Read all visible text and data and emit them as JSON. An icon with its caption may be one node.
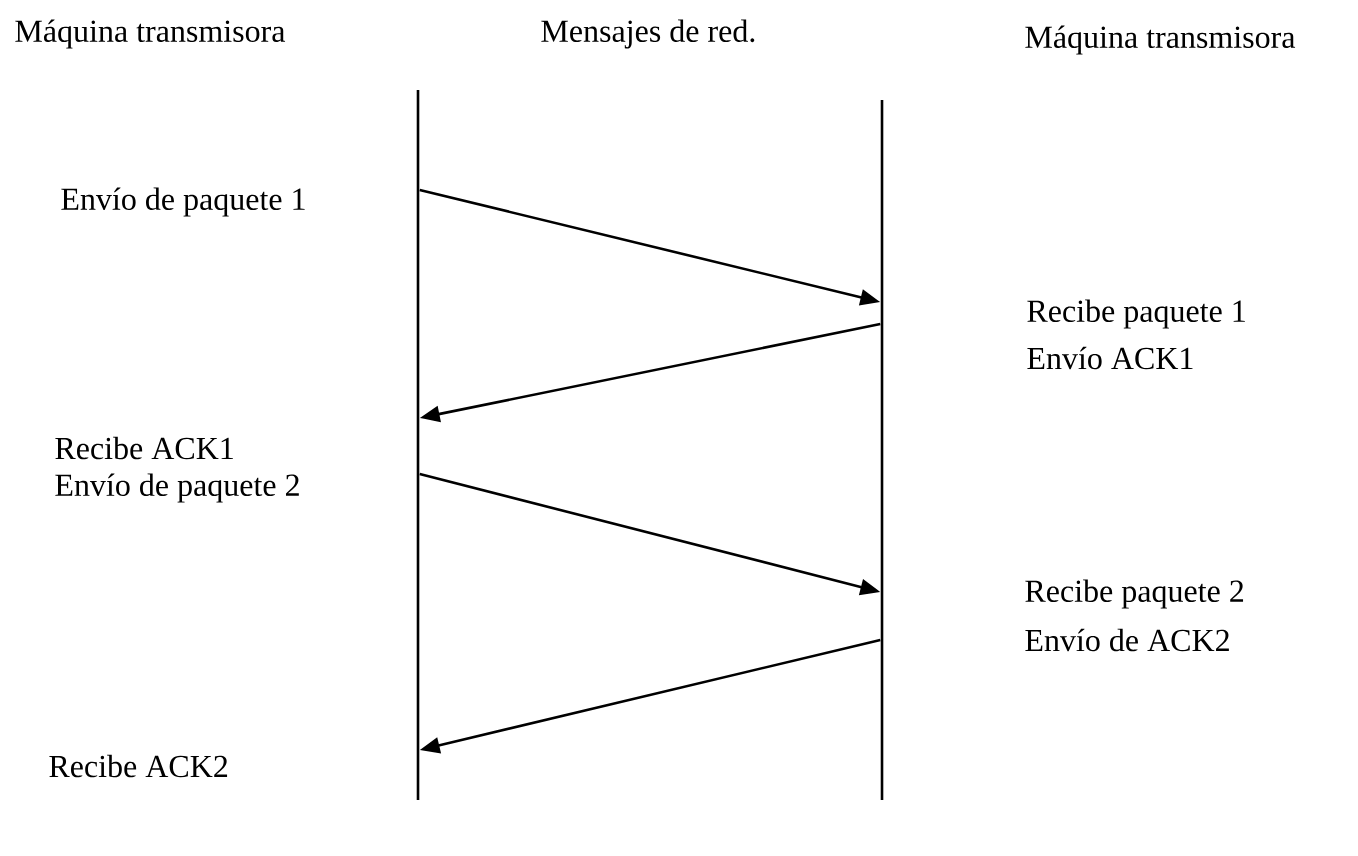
{
  "diagram": {
    "nodes": [
      {
        "text": [],
        "shape": "bar"
      },
      {
        "text": [],
        "shape": "bar"
      }
    ],
    "edges": [
      {
        "from": 0,
        "to": 1,
        "arrow": "to"
      },
      {
        "from": 1,
        "to": 0,
        "arrow": "to"
      },
      {
        "from": 0,
        "to": 1,
        "arrow": "to"
      },
      {
        "from": 1,
        "to": 0,
        "arrow": "to"
      }
    ],
    "labels": [
      "Máquina transmisora",
      "Mensajes de red.",
      "Máquina transmisora",
      "Envío de paquete 1",
      "Recibe paquete 1",
      "Envío ACK1",
      "Recibe ACK1",
      "Envío de paquete 2",
      "Recibe paquete 2",
      "Envío de ACK2",
      "Recibe ACK2"
    ]
  }
}
